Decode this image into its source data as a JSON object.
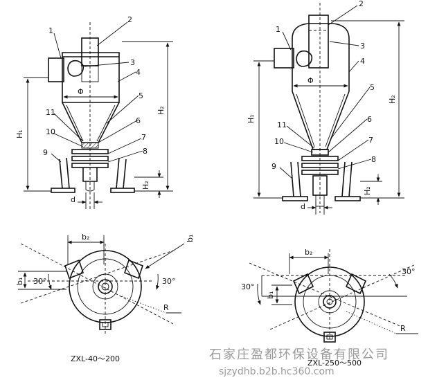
{
  "left_view": {
    "parts": [
      "1",
      "2",
      "3",
      "4",
      "5",
      "6",
      "7",
      "8",
      "9",
      "10",
      "11"
    ],
    "dims": {
      "phi": "Φ",
      "h1": "H₁",
      "h2": "H₂",
      "hz": "H₂",
      "d": "d",
      "b1": "b₁",
      "b2": "b₂",
      "angle_left": "30°",
      "angle_right": "30°",
      "r": "R"
    },
    "caption": "ZXL-40～200"
  },
  "right_view": {
    "parts": [
      "1",
      "2",
      "3",
      "4",
      "5",
      "6",
      "7",
      "8",
      "9",
      "10",
      "11"
    ],
    "dims": {
      "phi": "Φ",
      "h1": "H₁",
      "h2": "H₂",
      "hz": "H₂",
      "d": "d",
      "b1": "b₁",
      "b2": "b₂",
      "angle_left": "30°",
      "angle_right": "30°",
      "r": "R"
    },
    "caption": "ZXL-250～500"
  },
  "watermark": {
    "company": "石家庄盈都环保设备有限公司",
    "url": "sjzydhb.b2b.hc360.com"
  }
}
